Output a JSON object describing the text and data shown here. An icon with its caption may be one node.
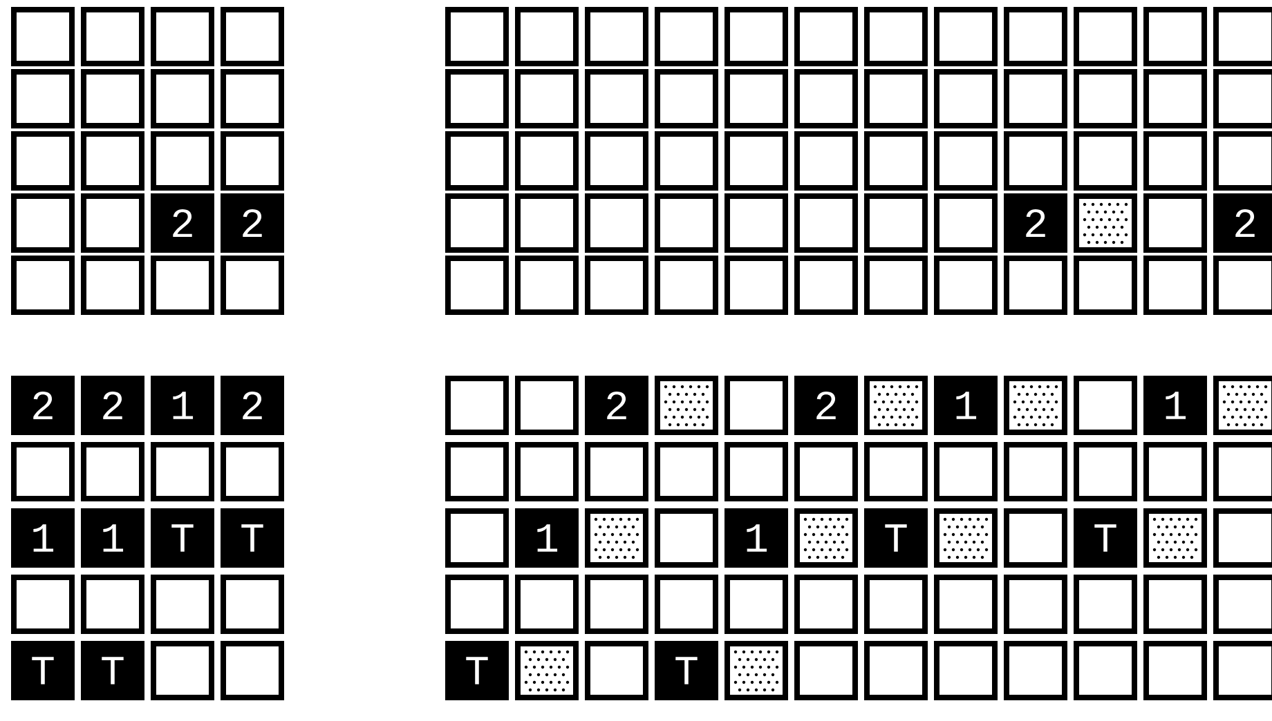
{
  "diagram": {
    "nodes": [
      {
        "text": [],
        "shape": "box"
      },
      {
        "text": [],
        "shape": "box"
      },
      {
        "text": [],
        "shape": "box"
      },
      {
        "text": [],
        "shape": "box"
      },
      {
        "text": [],
        "shape": "box"
      },
      {
        "text": [],
        "shape": "box"
      },
      {
        "text": [],
        "shape": "box"
      },
      {
        "text": [],
        "shape": "box"
      },
      {
        "text": [],
        "shape": "box"
      },
      {
        "text": [],
        "shape": "box"
      },
      {
        "text": [],
        "shape": "box"
      },
      {
        "text": [],
        "shape": "box"
      },
      {
        "text": [],
        "shape": "box"
      },
      {
        "text": [],
        "shape": "box"
      },
      {
        "text": [
          "2"
        ]
      },
      {
        "text": [
          "2"
        ]
      },
      {
        "text": [],
        "shape": "box"
      },
      {
        "text": [],
        "shape": "box"
      },
      {
        "text": [],
        "shape": "box"
      },
      {
        "text": [],
        "shape": "box"
      },
      {
        "text": [
          "2"
        ]
      },
      {
        "text": [
          "2"
        ]
      },
      {
        "text": [
          "1"
        ]
      },
      {
        "text": [
          "2"
        ]
      },
      {
        "text": [],
        "shape": "box"
      },
      {
        "text": [],
        "shape": "box"
      },
      {
        "text": [],
        "shape": "box"
      },
      {
        "text": [],
        "shape": "box"
      },
      {
        "text": [
          "1"
        ]
      },
      {
        "text": [
          "1"
        ]
      },
      {
        "text": [
          "T"
        ]
      },
      {
        "text": [
          "T"
        ]
      },
      {
        "text": [],
        "shape": "box"
      },
      {
        "text": [],
        "shape": "box"
      },
      {
        "text": [],
        "shape": "box"
      },
      {
        "text": [],
        "shape": "box"
      },
      {
        "text": [
          "T"
        ]
      },
      {
        "text": [
          "T"
        ]
      },
      {
        "text": [],
        "shape": "box"
      },
      {
        "text": [],
        "shape": "box"
      },
      {
        "text": [],
        "shape": "box"
      },
      {
        "text": [],
        "shape": "box"
      },
      {
        "text": [],
        "shape": "box"
      },
      {
        "text": [],
        "shape": "box"
      },
      {
        "text": [],
        "shape": "box"
      },
      {
        "text": [],
        "shape": "box"
      },
      {
        "text": [],
        "shape": "box"
      },
      {
        "text": [],
        "shape": "box"
      },
      {
        "text": [],
        "shape": "box"
      },
      {
        "text": [],
        "shape": "box"
      },
      {
        "text": [],
        "shape": "box"
      },
      {
        "text": [],
        "shape": "box"
      },
      {
        "text": [],
        "shape": "box"
      },
      {
        "text": [],
        "shape": "box"
      },
      {
        "text": [],
        "shape": "box"
      },
      {
        "text": [],
        "shape": "box"
      },
      {
        "text": [],
        "shape": "box"
      },
      {
        "text": [],
        "shape": "box"
      },
      {
        "text": [],
        "shape": "box"
      },
      {
        "text": [],
        "shape": "box"
      },
      {
        "text": [],
        "shape": "box"
      },
      {
        "text": [],
        "shape": "box"
      },
      {
        "text": [],
        "shape": "box"
      },
      {
        "text": [],
        "shape": "box"
      },
      {
        "text": [],
        "shape": "box"
      },
      {
        "text": [],
        "shape": "box"
      },
      {
        "text": [],
        "shape": "box"
      },
      {
        "text": [],
        "shape": "box"
      },
      {
        "text": [],
        "shape": "box"
      },
      {
        "text": [],
        "shape": "box"
      },
      {
        "text": [],
        "shape": "box"
      },
      {
        "text": [],
        "shape": "box"
      },
      {
        "text": [],
        "shape": "box"
      },
      {
        "text": [],
        "shape": "box"
      },
      {
        "text": [],
        "shape": "box"
      },
      {
        "text": [],
        "shape": "box"
      },
      {
        "text": [],
        "shape": "box"
      },
      {
        "text": [],
        "shape": "box"
      },
      {
        "text": [],
        "shape": "box"
      },
      {
        "text": [],
        "shape": "box"
      },
      {
        "text": [],
        "shape": "box"
      },
      {
        "text": [],
        "shape": "box"
      },
      {
        "text": [],
        "shape": "box"
      },
      {
        "text": [],
        "shape": "box"
      },
      {
        "text": [
          "2"
        ]
      },
      {
        "text": [],
        "shape": "dots"
      },
      {
        "text": [],
        "shape": "box"
      },
      {
        "text": [
          "2"
        ]
      },
      {
        "text": [],
        "shape": "box"
      },
      {
        "text": [],
        "shape": "box"
      },
      {
        "text": [],
        "shape": "box"
      },
      {
        "text": [],
        "shape": "box"
      },
      {
        "text": [],
        "shape": "box"
      },
      {
        "text": [],
        "shape": "box"
      },
      {
        "text": [],
        "shape": "box"
      },
      {
        "text": [],
        "shape": "box"
      },
      {
        "text": [],
        "shape": "box"
      },
      {
        "text": [],
        "shape": "box"
      },
      {
        "text": [],
        "shape": "box"
      },
      {
        "text": [],
        "shape": "box"
      },
      {
        "text": [],
        "shape": "box"
      },
      {
        "text": [],
        "shape": "box"
      },
      {
        "text": [
          "2"
        ]
      },
      {
        "text": [],
        "shape": "dots"
      },
      {
        "text": [],
        "shape": "box"
      },
      {
        "text": [
          "2"
        ]
      },
      {
        "text": [],
        "shape": "dots"
      },
      {
        "text": [
          "1"
        ]
      },
      {
        "text": [],
        "shape": "dots"
      },
      {
        "text": [],
        "shape": "box"
      },
      {
        "text": [
          "1"
        ]
      },
      {
        "text": [],
        "shape": "dots"
      },
      {
        "text": [],
        "shape": "box"
      },
      {
        "text": [],
        "shape": "box"
      },
      {
        "text": [],
        "shape": "box"
      },
      {
        "text": [],
        "shape": "box"
      },
      {
        "text": [],
        "shape": "box"
      },
      {
        "text": [],
        "shape": "box"
      },
      {
        "text": [],
        "shape": "box"
      },
      {
        "text": [],
        "shape": "box"
      },
      {
        "text": [],
        "shape": "box"
      },
      {
        "text": [],
        "shape": "box"
      },
      {
        "text": [],
        "shape": "box"
      },
      {
        "text": [],
        "shape": "box"
      },
      {
        "text": [],
        "shape": "box"
      },
      {
        "text": [
          "1"
        ]
      },
      {
        "text": [],
        "shape": "dots"
      },
      {
        "text": [],
        "shape": "box"
      },
      {
        "text": [
          "1"
        ]
      },
      {
        "text": [],
        "shape": "dots"
      },
      {
        "text": [
          "T"
        ]
      },
      {
        "text": [],
        "shape": "dots"
      },
      {
        "text": [],
        "shape": "box"
      },
      {
        "text": [
          "T"
        ]
      },
      {
        "text": [],
        "shape": "dots"
      },
      {
        "text": [],
        "shape": "box"
      },
      {
        "text": [],
        "shape": "box"
      },
      {
        "text": [],
        "shape": "box"
      },
      {
        "text": [],
        "shape": "box"
      },
      {
        "text": [],
        "shape": "box"
      },
      {
        "text": [],
        "shape": "box"
      },
      {
        "text": [],
        "shape": "box"
      },
      {
        "text": [],
        "shape": "box"
      },
      {
        "text": [],
        "shape": "box"
      },
      {
        "text": [],
        "shape": "box"
      },
      {
        "text": [],
        "shape": "box"
      },
      {
        "text": [],
        "shape": "box"
      },
      {
        "text": [],
        "shape": "box"
      },
      {
        "text": [
          "T"
        ]
      },
      {
        "text": [],
        "shape": "dots"
      },
      {
        "text": [],
        "shape": "box"
      },
      {
        "text": [
          "T"
        ]
      },
      {
        "text": [],
        "shape": "dots"
      },
      {
        "text": [],
        "shape": "box"
      },
      {
        "text": [],
        "shape": "box"
      },
      {
        "text": [],
        "shape": "box"
      },
      {
        "text": [],
        "shape": "box"
      },
      {
        "text": [],
        "shape": "box"
      },
      {
        "text": [],
        "shape": "box"
      },
      {
        "text": [],
        "shape": "box"
      }
    ]
  }
}
